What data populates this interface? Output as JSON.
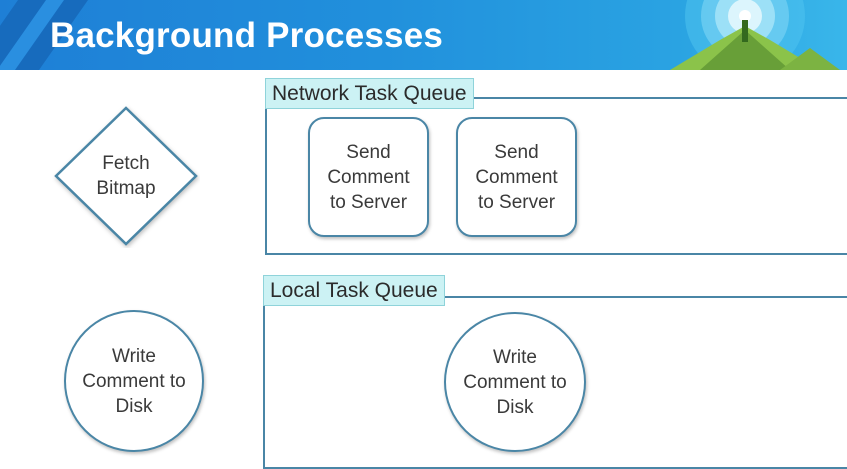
{
  "slide": {
    "title": "Background Processes"
  },
  "colors": {
    "header_blue": "#2190dc",
    "shape_stroke": "#4a86a6",
    "queue_label_fill": "#ccf2f4"
  },
  "icons": {
    "logo": "android-lighthouse-icon"
  },
  "nodes": {
    "fetch_bitmap": "Fetch\nBitmap",
    "write_comment_left": "Write\nComment to\nDisk",
    "send_comment_1": "Send\nComment\nto Server",
    "send_comment_2": "Send\nComment\nto Server",
    "write_comment_queue": "Write\nComment to\nDisk"
  },
  "queues": {
    "network": {
      "label": "Network Task Queue"
    },
    "local": {
      "label": "Local Task Queue"
    }
  }
}
